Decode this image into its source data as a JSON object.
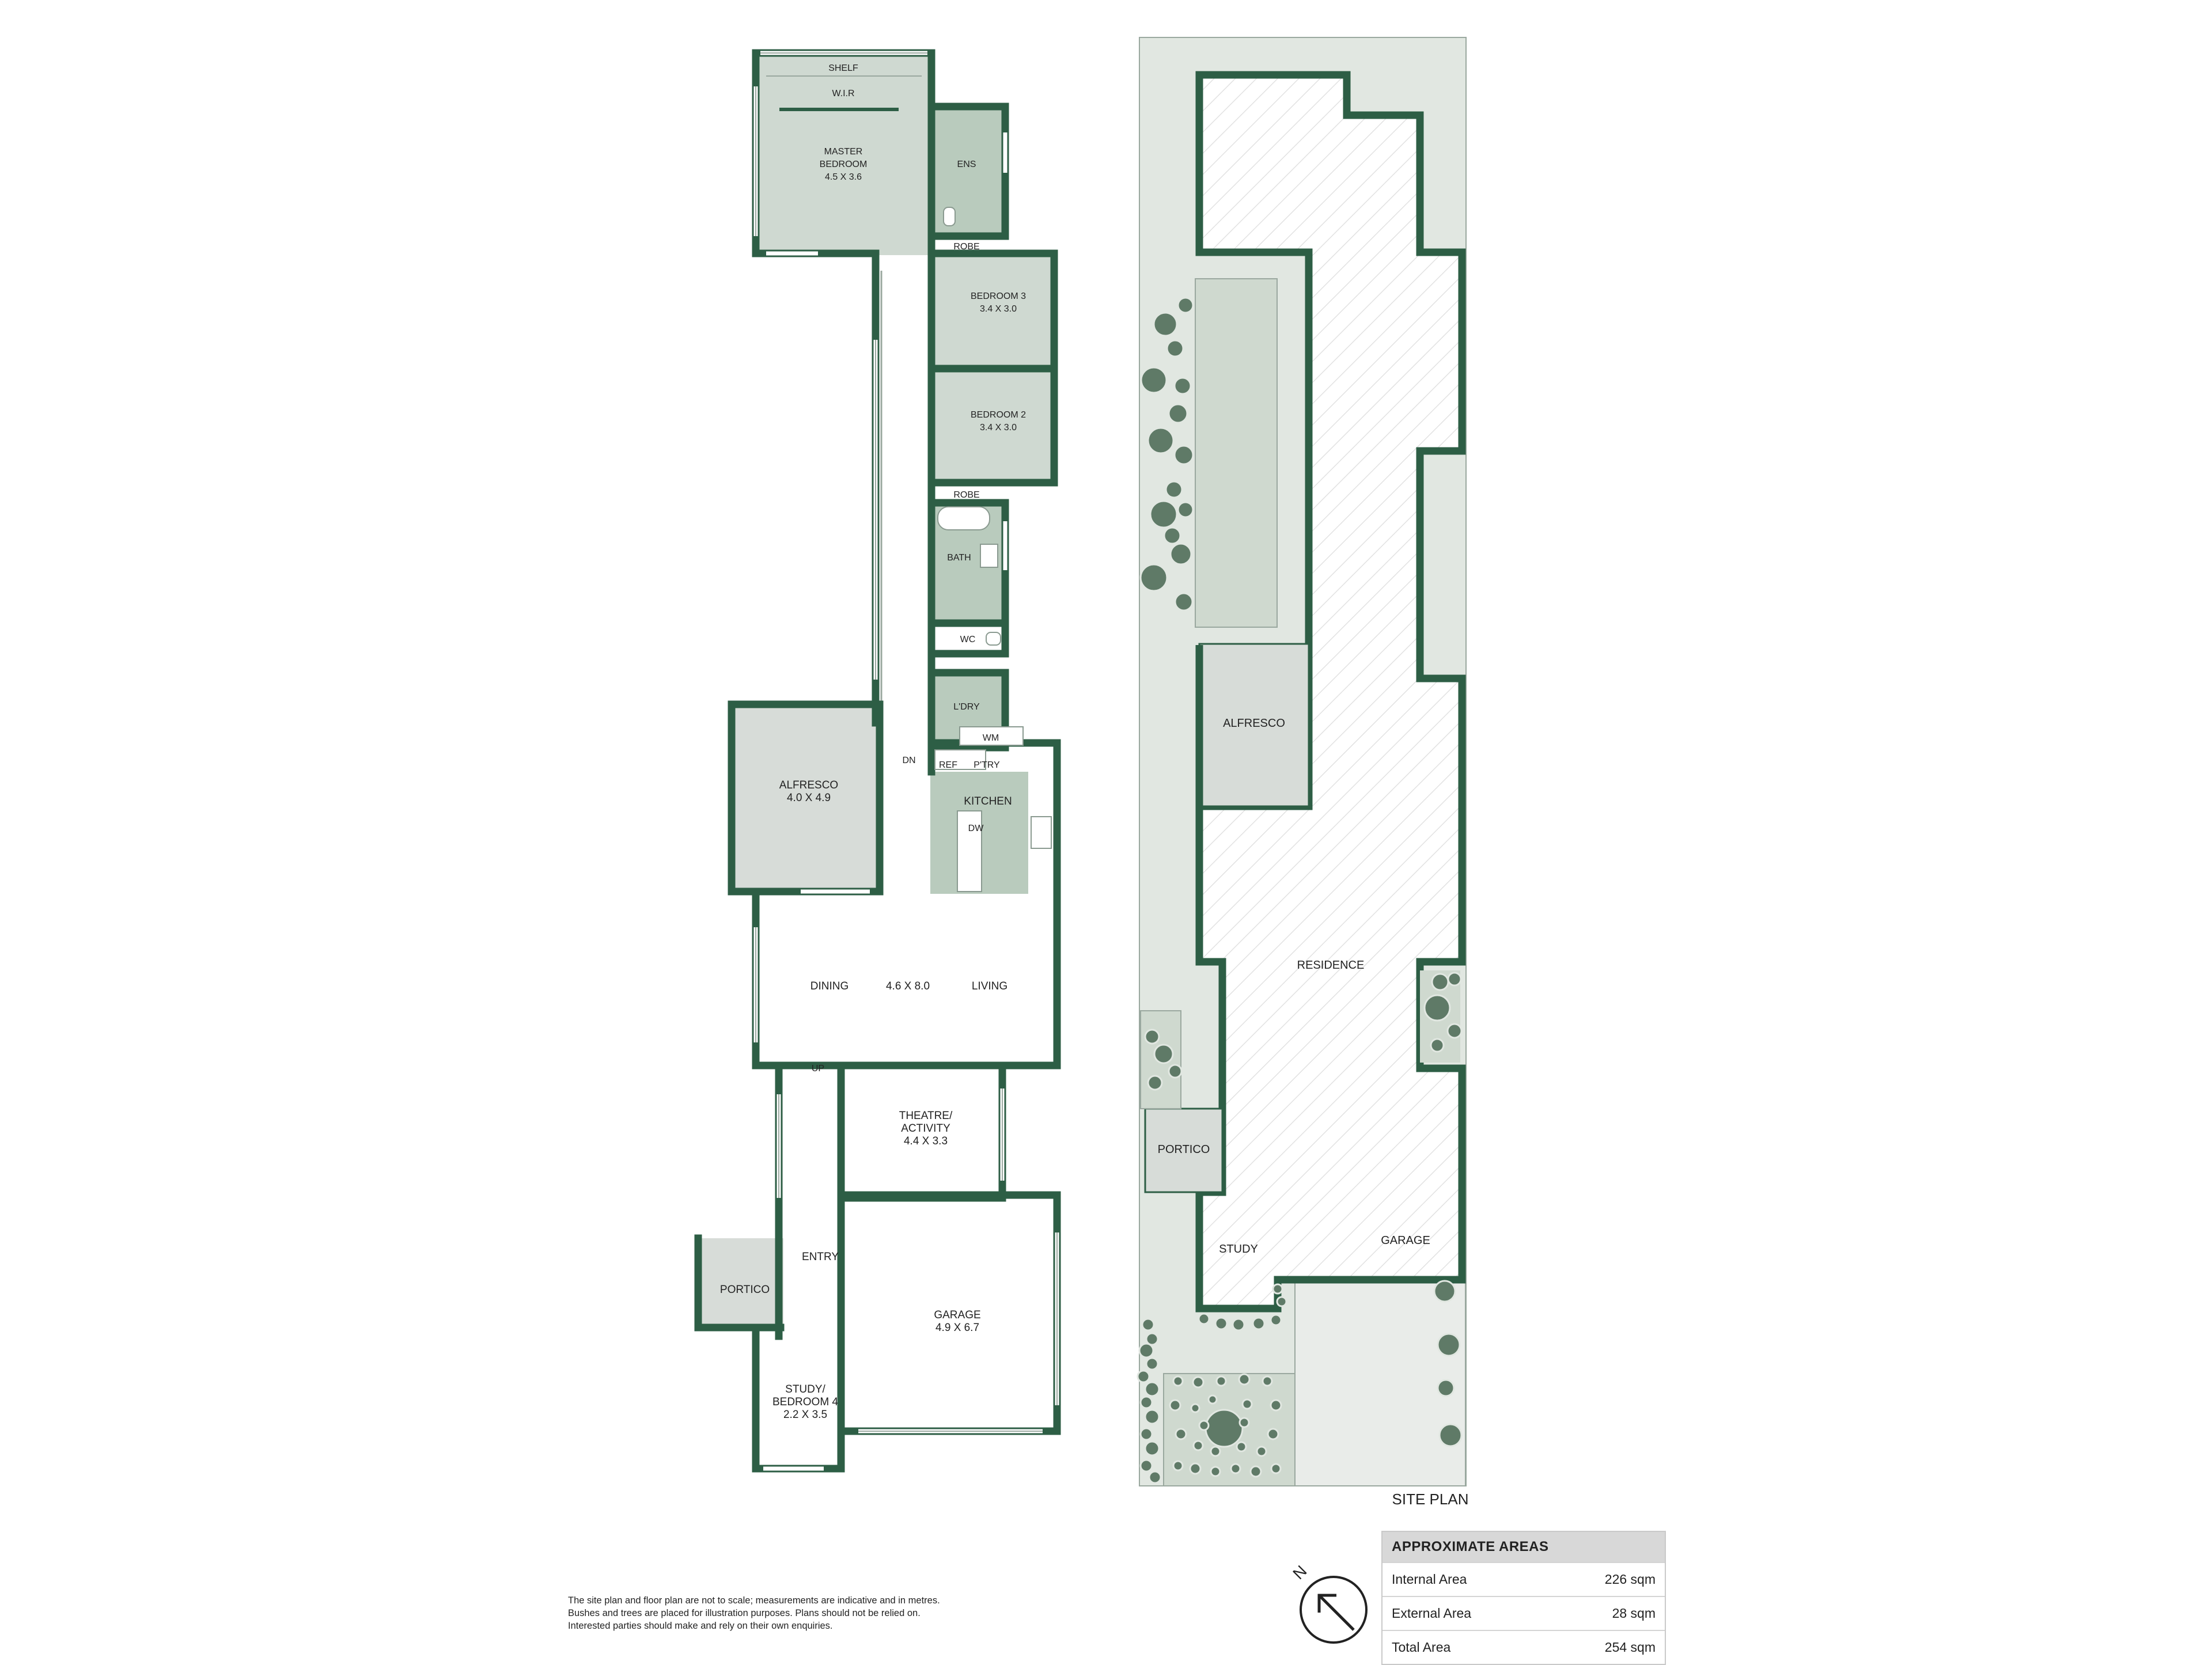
{
  "floor_plan": {
    "rooms": {
      "shelf": "SHELF",
      "wir": "W.I.R",
      "master_bedroom": "MASTER\nBEDROOM\n4.5 X 3.6",
      "ens": "ENS",
      "robe_top": "ROBE",
      "bedroom3": "BEDROOM 3\n3.4 X 3.0",
      "bedroom2": "BEDROOM 2\n3.4 X 3.0",
      "robe_mid": "ROBE",
      "bath": "BATH",
      "wc": "WC",
      "laundry": "L'DRY",
      "wm": "WM",
      "dn": "DN",
      "ref": "REF",
      "pantry": "P'TRY",
      "kitchen": "KITCHEN",
      "dw": "DW",
      "alfresco": "ALFRESCO\n4.0 X 4.9",
      "dining": "DINING",
      "dining_living_size": "4.6 X 8.0",
      "living": "LIVING",
      "up": "UP",
      "theatre": "THEATRE/\nACTIVITY\n4.4 X 3.3",
      "entry": "ENTRY",
      "portico": "PORTICO",
      "garage": "GARAGE\n4.9 X 6.7",
      "study": "STUDY/\nBEDROOM 4\n2.2 X 3.5"
    }
  },
  "site_plan": {
    "title": "SITE PLAN",
    "labels": {
      "alfresco": "ALFRESCO",
      "residence": "RESIDENCE",
      "portico": "PORTICO",
      "study": "STUDY",
      "garage": "GARAGE"
    }
  },
  "areas": {
    "title": "APPROXIMATE AREAS",
    "rows": [
      {
        "label": "Internal Area",
        "value": "226 sqm"
      },
      {
        "label": "External Area",
        "value": "28 sqm"
      },
      {
        "label": "Total Area",
        "value": "254 sqm"
      }
    ]
  },
  "compass": {
    "label": "N"
  },
  "disclaimer": {
    "line1": "The site plan and floor plan are not to scale; measurements are indicative and in metres.",
    "line2": "Bushes and trees are placed for illustration purposes. Plans should not be relied on.",
    "line3": "Interested parties should make and rely on their own enquiries."
  },
  "colors": {
    "wall": "#2d5e45",
    "room_fill": "#cfd9d1",
    "wet_fill": "#b9cbbd",
    "hatch": "#e3e3e3",
    "garden": "#e1e7e1",
    "tree": "#5f7a67"
  }
}
